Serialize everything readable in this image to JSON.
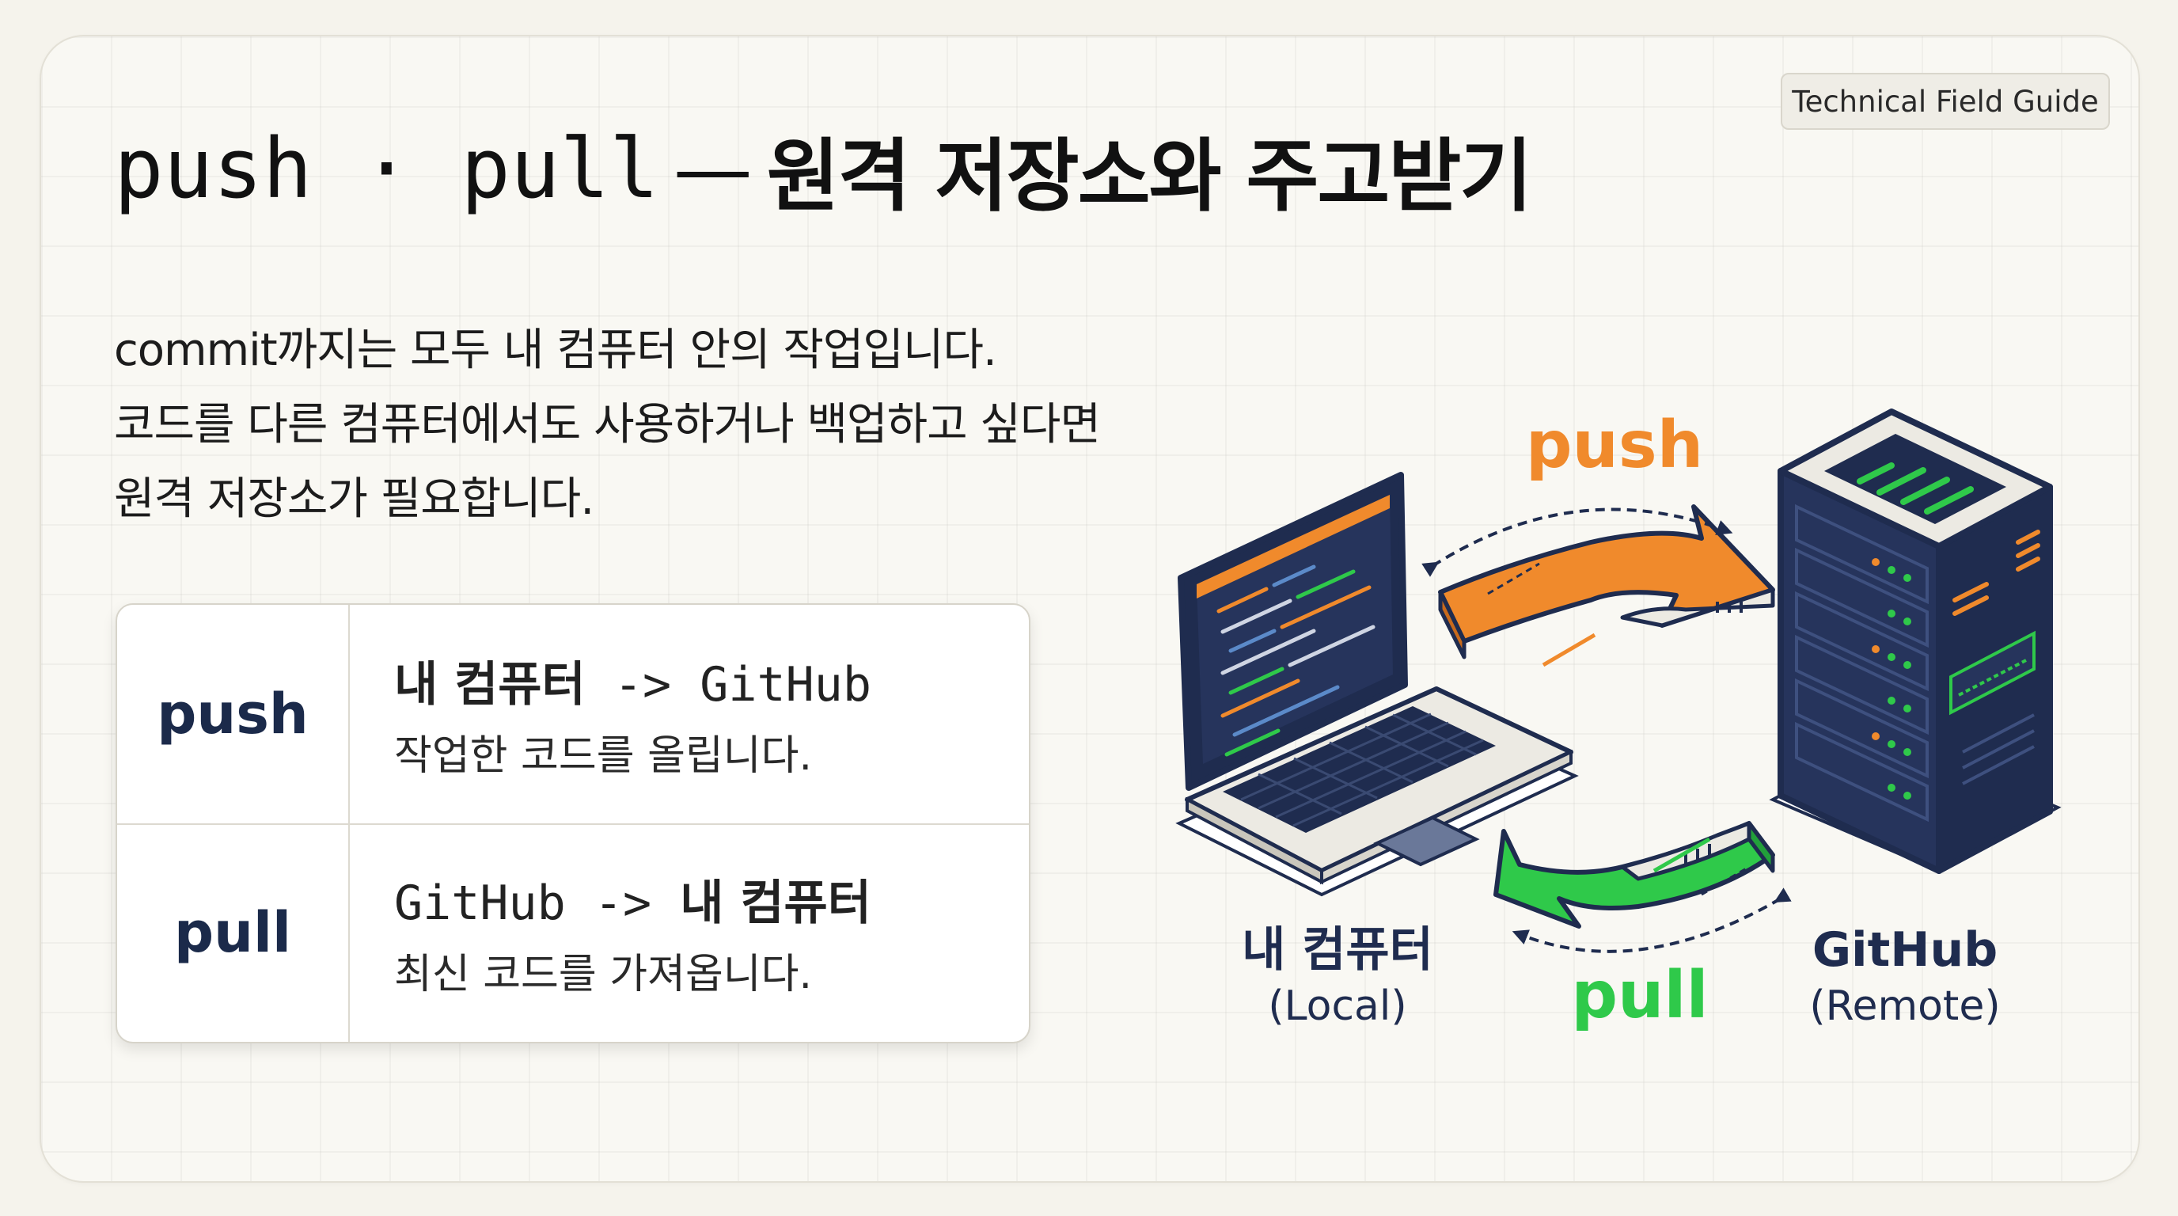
{
  "badge": "Technical Field Guide",
  "title": {
    "code_part": "push · pull",
    "separator": "—",
    "korean_part": "원격 저장소와 주고받기"
  },
  "intro": [
    "commit까지는 모두 내 컴퓨터 안의 작업입니다.",
    "코드를 다른 컴퓨터에서도 사용하거나 백업하고 싶다면",
    "원격 저장소가 필요합니다."
  ],
  "commands": [
    {
      "name": "push",
      "from": "내 컴퓨터",
      "arrow": " -> ",
      "to": "GitHub",
      "description": "작업한 코드를 올립니다."
    },
    {
      "name": "pull",
      "from": "GitHub",
      "arrow": " -> ",
      "to": "내 컴퓨터",
      "description": "최신 코드를 가져옵니다."
    }
  ],
  "diagram": {
    "push_label": "push",
    "pull_label": "pull",
    "local_label": "내 컴퓨터",
    "local_sub": "(Local)",
    "remote_label": "GitHub",
    "remote_sub": "(Remote)",
    "colors": {
      "push": "#f08a2c",
      "pull": "#2fc94a",
      "navy": "#1f2c4f"
    }
  }
}
